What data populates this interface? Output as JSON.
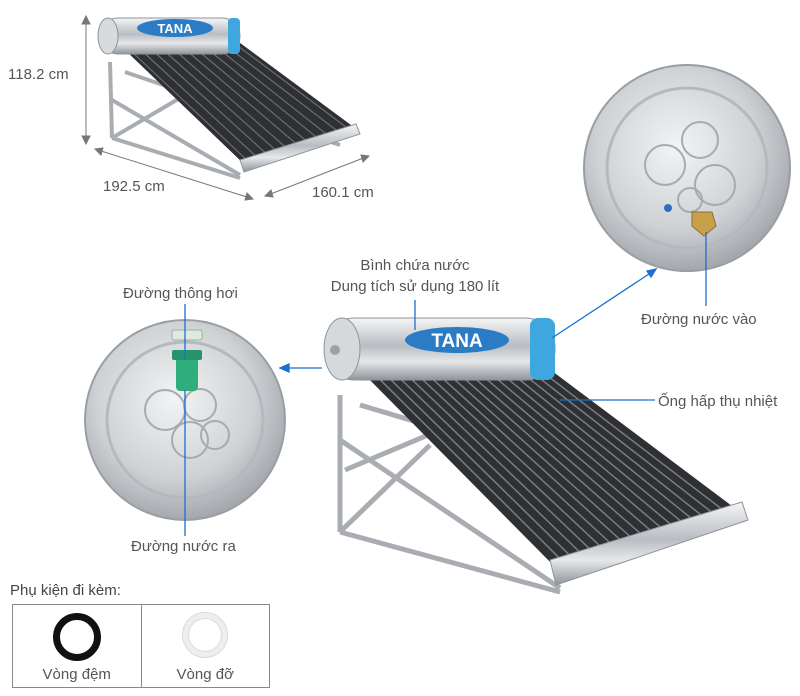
{
  "brand": "TANA",
  "dimensions": {
    "height": "118.2 cm",
    "length": "192.5 cm",
    "width": "160.1 cm"
  },
  "callouts": {
    "tank_title": "Bình chứa nước",
    "tank_capacity": "Dung tích sử dụng 180 lít",
    "vent": "Đường thông hơi",
    "outlet": "Đường nước ra",
    "inlet": "Đường nước vào",
    "tubes": "Ống hấp thụ nhiệt"
  },
  "accessories": {
    "title": "Phụ kiện đi kèm:",
    "items": [
      {
        "name": "Vòng đệm",
        "ring_color": "#111111"
      },
      {
        "name": "Vòng đỡ",
        "ring_color": "#eeeeee"
      }
    ]
  },
  "colors": {
    "callout_line": "#1e6fd0",
    "tank_steel": "#c9ccd0",
    "tube_dark": "#2f3033",
    "vent_fitting": "#2fae7c",
    "inlet_fitting": "#c8a04a"
  }
}
